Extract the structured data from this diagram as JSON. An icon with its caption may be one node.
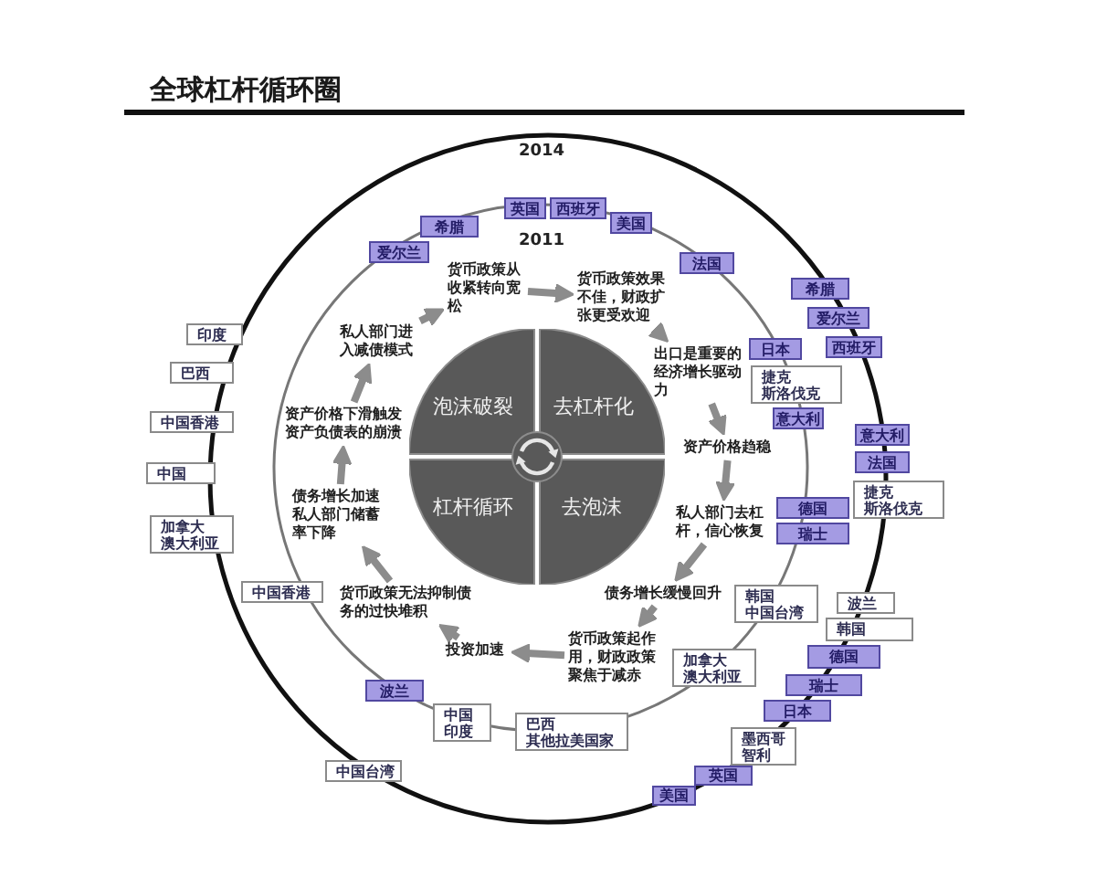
{
  "diagram": {
    "title": "全球杠杆循环圈",
    "nodes": [
      {
        "text": [
          "货币政策从收紧转向宽松"
        ]
      },
      {
        "text": [
          "货币政策效果不佳，财政扩张更受欢迎"
        ]
      },
      {
        "text": [
          "出口是重要的经济增长驱动力"
        ]
      },
      {
        "text": [
          "资产价格趋稳"
        ]
      },
      {
        "text": [
          "私人部门去杠杆，信心恢复"
        ]
      },
      {
        "text": [
          "债务增长缓慢回升"
        ]
      },
      {
        "text": [
          "货币政策起作用，财政政策聚焦于减赤"
        ]
      },
      {
        "text": [
          "投资加速"
        ]
      },
      {
        "text": [
          "货币政策无法抑制债务的过快堆积"
        ]
      },
      {
        "text": [
          "债务增长加速私人部门储蓄率下降"
        ]
      },
      {
        "text": [
          "资产价格下滑触发资产负债表的崩溃"
        ]
      },
      {
        "text": [
          "私人部门进入减债模式"
        ]
      },
      {
        "text": [
          "泡沫破裂",
          "去杠杆化",
          "杠杆循环",
          "去泡沫"
        ]
      },
      {
        "text": [
          "爱尔兰"
        ]
      },
      {
        "text": [
          "希腊"
        ]
      },
      {
        "text": [
          "英国"
        ]
      },
      {
        "text": [
          "西班牙"
        ]
      },
      {
        "text": [
          "美国"
        ]
      },
      {
        "text": [
          "法国"
        ]
      },
      {
        "text": [
          "日本"
        ]
      },
      {
        "text": [
          "捷克",
          "斯洛伐克"
        ]
      },
      {
        "text": [
          "意大利"
        ]
      },
      {
        "text": [
          "德国"
        ]
      },
      {
        "text": [
          "瑞士"
        ]
      },
      {
        "text": [
          "韩国",
          "中国台湾"
        ]
      },
      {
        "text": [
          "加拿大",
          "澳大利亚"
        ]
      },
      {
        "text": [
          "巴西",
          "其他拉美国家"
        ]
      },
      {
        "text": [
          "中国",
          "印度"
        ]
      },
      {
        "text": [
          "波兰"
        ]
      },
      {
        "text": [
          "中国香港"
        ]
      },
      {
        "text": [
          "希腊"
        ]
      },
      {
        "text": [
          "爱尔兰"
        ]
      },
      {
        "text": [
          "西班牙"
        ]
      },
      {
        "text": [
          "意大利"
        ]
      },
      {
        "text": [
          "法国"
        ]
      },
      {
        "text": [
          "捷克",
          "斯洛伐克"
        ]
      },
      {
        "text": [
          "波兰"
        ]
      },
      {
        "text": [
          "韩国"
        ]
      },
      {
        "text": [
          "德国"
        ]
      },
      {
        "text": [
          "瑞士"
        ]
      },
      {
        "text": [
          "日本"
        ]
      },
      {
        "text": [
          "墨西哥",
          "智利"
        ]
      },
      {
        "text": [
          "英国"
        ]
      },
      {
        "text": [
          "美国"
        ]
      },
      {
        "text": [
          "中国台湾"
        ]
      },
      {
        "text": [
          "加拿大",
          "澳大利亚"
        ]
      },
      {
        "text": [
          "中国"
        ]
      },
      {
        "text": [
          "中国香港"
        ]
      },
      {
        "text": [
          "巴西"
        ]
      },
      {
        "text": [
          "印度"
        ]
      }
    ],
    "edges": [
      {
        "from": 0,
        "to": 1,
        "arrow": "to"
      },
      {
        "from": 1,
        "to": 2,
        "arrow": "to"
      },
      {
        "from": 2,
        "to": 3,
        "arrow": "to"
      },
      {
        "from": 3,
        "to": 4,
        "arrow": "to"
      },
      {
        "from": 4,
        "to": 5,
        "arrow": "to"
      },
      {
        "from": 5,
        "to": 6,
        "arrow": "to"
      },
      {
        "from": 6,
        "to": 7,
        "arrow": "to"
      },
      {
        "from": 7,
        "to": 8,
        "arrow": "to"
      },
      {
        "from": 8,
        "to": 9,
        "arrow": "to"
      },
      {
        "from": 9,
        "to": 10,
        "arrow": "to"
      },
      {
        "from": 10,
        "to": 11,
        "arrow": "to"
      },
      {
        "from": 11,
        "to": 0,
        "arrow": "to"
      }
    ],
    "labels": [
      "2014",
      "2011"
    ]
  }
}
